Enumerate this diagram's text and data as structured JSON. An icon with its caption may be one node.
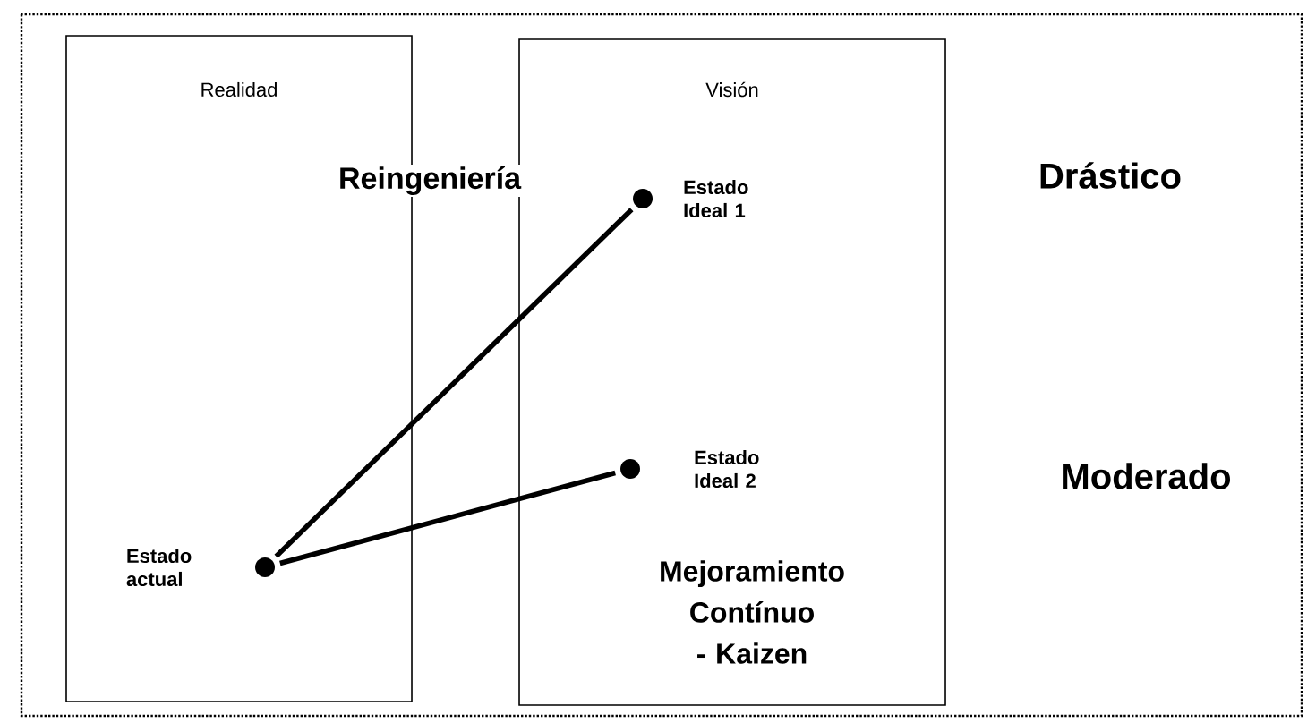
{
  "diagram": {
    "nodes": [
      {
        "text": [
          "Realidad"
        ]
      },
      {
        "text": [
          "Visión"
        ]
      },
      {
        "text": [],
        "shape": "circle",
        "in": 0,
        "beside": [
          "Estado actual"
        ]
      },
      {
        "text": [],
        "shape": "circle",
        "in": 1,
        "beside": [
          "Estado Ideal 1"
        ]
      },
      {
        "text": [],
        "shape": "circle",
        "in": 1,
        "beside": [
          "Estado Ideal 2"
        ]
      }
    ],
    "edges": [
      {
        "from": 2,
        "to": 3,
        "arrow": "none"
      },
      {
        "from": 2,
        "to": 4,
        "arrow": "none"
      }
    ],
    "labels": [
      "Reingeniería",
      "Drástico",
      "Moderado",
      "Mejoramiento Contínuo - Kaizen"
    ]
  }
}
